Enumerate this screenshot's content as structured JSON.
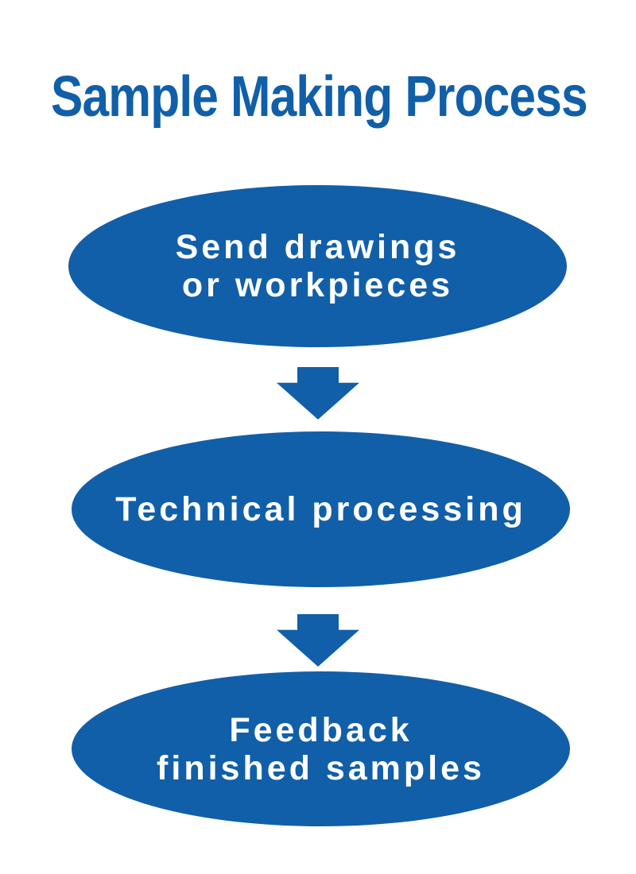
{
  "theme": {
    "blue": "#115fa8",
    "text_on_blue": "#ffffff",
    "background": "#ffffff"
  },
  "title": {
    "text": "Sample Making Process"
  },
  "flow": {
    "steps": [
      {
        "name": "send-drawings-or-workpieces",
        "lines": [
          "Send drawings",
          "or workpieces"
        ]
      },
      {
        "name": "technical-processing",
        "lines": [
          "Technical processing"
        ]
      },
      {
        "name": "feedback-finished-samples",
        "lines": [
          "Feedback",
          "finished samples"
        ]
      }
    ]
  }
}
